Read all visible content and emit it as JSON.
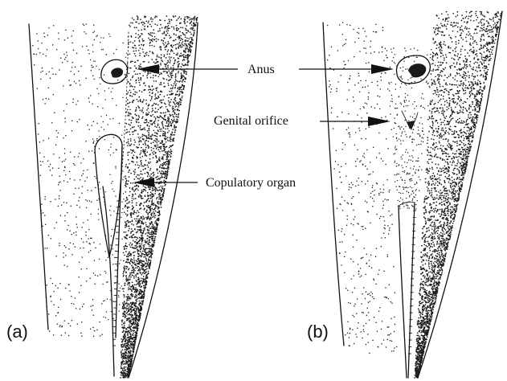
{
  "labels": {
    "anus": "Anus",
    "genital_orifice": "Genital orifice",
    "copulatory_organ": "Copulatory organ"
  },
  "panels": {
    "a": "(a)",
    "b": "(b)"
  },
  "colors": {
    "ink": "#111111",
    "background": "#ffffff"
  }
}
